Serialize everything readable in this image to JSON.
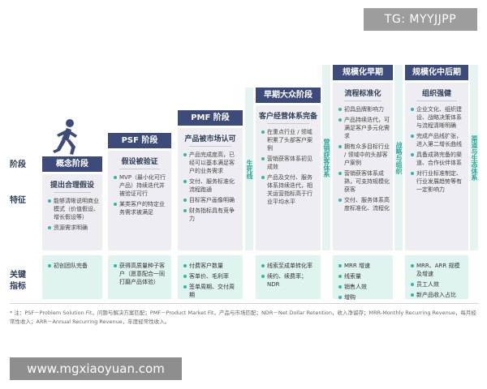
{
  "watermarks": {
    "top": "TG: MYYJJPP",
    "bottom": "www.mgxiaoyuan.com"
  },
  "row_labels": {
    "stage": "阶段",
    "feature": "特征",
    "kpi": "关键\n指标"
  },
  "transitions": [
    {
      "label": "生死线"
    },
    {
      "label": "营销获客体系"
    },
    {
      "label": "战略与组织"
    },
    {
      "label": "渠道与生态体系"
    }
  ],
  "stages": [
    {
      "name": "概念阶段",
      "title": "提出合理假设",
      "features": [
        "能够清晰说明商业模式（价值假设、增长假设等）",
        "资源需求明确"
      ],
      "kpis": [
        "初创团队完备"
      ]
    },
    {
      "name": "PSF 阶段",
      "title": "假设被验证",
      "features": [
        "MVP（最小化可行产品）持续迭代并被验证可行",
        "某类客户的特定业务需求被满足"
      ],
      "kpis": [
        "获得高质量种子客户（愿意配合一同打磨产品体验）"
      ]
    },
    {
      "name": "PMF 阶段",
      "title": "产品被市场认可",
      "features": [
        "产品完成度高，已经可以基本满足客户的业务需求",
        "交付、服务标准化流程跑通",
        "目标客户画像明确",
        "财务指标具有竞争力"
      ],
      "kpis": [
        "付费客户数量",
        "客单价、毛利率",
        "签单周期、交付周期"
      ]
    },
    {
      "name": "早期大众阶段",
      "title": "客户经营体系完备",
      "features": [
        "在重点行业 / 领域积累了头部客户案例",
        "营销获客体系初见成效",
        "产品及交付、服务体系持续迭代，相关运营指标高于行业平均水平"
      ],
      "kpis": [
        "线索至成单转化率",
        "续约、续费率；NDR"
      ]
    },
    {
      "name": "规模化早期",
      "title": "流程标准化",
      "features": [
        "初具品牌影响力",
        "产品持续迭代，可满足客户多元化需求",
        "拥有众多目标行业 / 领域中的头部客户案例",
        "营销获客体系成熟，可支持规模化获客",
        "交付、服务体系高度标准化、流程化"
      ],
      "kpis": [
        "MRR 增速",
        "线索量",
        "销售人效",
        "增购"
      ]
    },
    {
      "name": "规模化中后期",
      "title": "组织强健",
      "features": [
        "企业文化、组织建设、战略决策体系与流程清晰明确",
        "完成产品线扩张，进入第二增长曲线",
        "具备成熟完备的渠道、合作伙伴体系",
        "对行业标准制定、行业发展趋势等有一定影响力"
      ],
      "kpis": [
        "MRR、ARR 规模及增速",
        "员工人效",
        "新产品收入占比"
      ]
    }
  ],
  "footnote": "* 注：PSF－Problem Solution Fit，问题与解决方案匹配；PMF－Product Market Fit，产品与市场匹配；NDR－Net Dollar Retention，收入净留存；MRR-Monthly Recurring Revenue，每月经常性收入；ARR－Annual Recurring Revenue，年度经常性收入。",
  "colors": {
    "header": "#3d4b7a",
    "accent": "#2fb6a8",
    "kpi_bg": "#dff3ef",
    "col_bg": "#eeeef2"
  }
}
